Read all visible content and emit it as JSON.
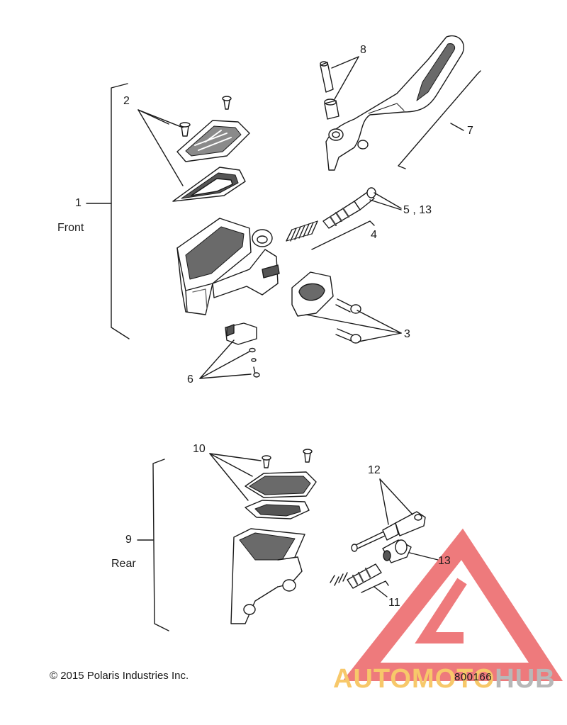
{
  "callouts": {
    "c1": "1",
    "c2": "2",
    "c3": "3",
    "c4": "4",
    "c5": "5 , 13",
    "c6": "6",
    "c7": "7",
    "c8": "8",
    "c9": "9",
    "c10": "10",
    "c11": "11",
    "c12": "12",
    "c13": "13"
  },
  "sections": {
    "front": "Front",
    "rear": "Rear"
  },
  "footer": {
    "copyright": "© 2015 Polaris Industries Inc.",
    "part_number": "800166"
  },
  "watermark": {
    "text_a": "AUTOMOTO",
    "text_b": "HUB",
    "color_triangle": "#e8484a",
    "color_text_a": "#f7c86a",
    "color_text_b": "#b8b8b8"
  },
  "colors": {
    "line": "#1a1a1a",
    "part_fill": "#ffffff",
    "shade": "#6a6a6a"
  }
}
